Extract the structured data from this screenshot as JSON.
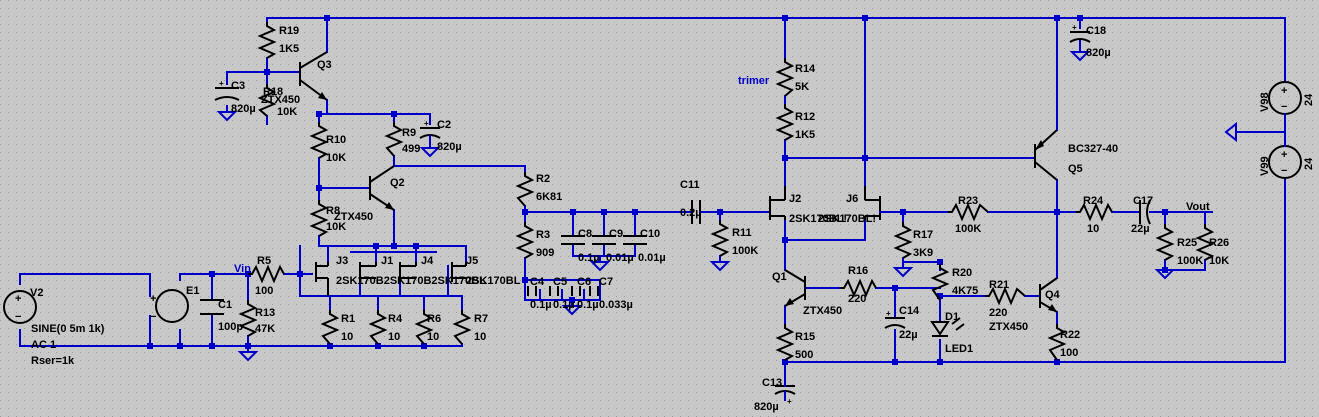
{
  "background_color": "#c8c8c8",
  "wire_color": "#0000c8",
  "component_color": "#000000",
  "labels": {
    "R19": "R19",
    "R19_val": "1K5",
    "Q3": "Q3",
    "C3": "C3",
    "C3_val": "820µ",
    "R18": "R18",
    "R18_val": "10K",
    "Q3_model": "ZTX450",
    "R10": "R10",
    "R10_val": "10K",
    "R9": "R9",
    "R9_val": "499",
    "C2": "C2",
    "C2_val": "820µ",
    "Q2": "Q2",
    "Q2_model": "ZTX450",
    "R8": "R8",
    "R8_val": "10K",
    "R2": "R2",
    "R2_val": "6K81",
    "R3": "R3",
    "R3_val": "909",
    "C8": "C8",
    "C8_val": "0.1µ",
    "C9": "C9",
    "C9_val": "0.01µ",
    "C10": "C10",
    "C10_val": "0.01µ",
    "C11": "C11",
    "C11_val": "0.2µ",
    "R11": "R11",
    "R11_val": "100K",
    "C4": "C4",
    "C4_val": "0.1µ",
    "C5": "C5",
    "C5_val": "0.1µ",
    "C6": "C6",
    "C6_val": "0.1µ",
    "C7": "C7",
    "C7_val": "0.033µ",
    "J3": "J3",
    "J1": "J1",
    "J4": "J4",
    "J5": "J5",
    "jfet_models": "2SK170BL",
    "jfet_models_overlap": "2SK170B2SK170B2SK170BL",
    "R5": "R5",
    "R5_val": "100",
    "Vin": "Vin",
    "E1": "E1",
    "C1": "C1",
    "C1_val": "100p",
    "R13": "R13",
    "R13_val": "47K",
    "R1": "R1",
    "R1_val": "10",
    "R4": "R4",
    "R4_val": "10",
    "R6": "R6",
    "R6_val": "10",
    "R7": "R7",
    "R7_val": "10",
    "V2": "V2",
    "V2_sine": "SINE(0 5m 1k)",
    "V2_ac": "AC 1",
    "V2_rser": "Rser=1k",
    "trimer": "trimer",
    "R14": "R14",
    "R14_val": "5K",
    "R12": "R12",
    "R12_val": "1K5",
    "J2": "J2",
    "J6": "J6",
    "J2J6_model": "2SK170BL!",
    "J2J6_overlap": "2SK170BL!",
    "R23": "R23",
    "R23_val": "100K",
    "R17": "R17",
    "R17_val": "3K9",
    "R20": "R20",
    "R20_val": "4K75",
    "D1": "D1",
    "D1_val": "LED1",
    "Q1": "Q1",
    "Q1_model": "ZTX450",
    "R16": "R16",
    "R16_val": "220",
    "C14": "C14",
    "C14_val": "22µ",
    "R15": "R15",
    "R15_val": "500",
    "C13": "C13",
    "C13_val": "820µ",
    "R21": "R21",
    "R21_val": "220",
    "Q4_model": "ZTX450",
    "Q4": "Q4",
    "R22": "R22",
    "R22_val": "100",
    "Q5": "Q5",
    "Q5_model": "BC327-40",
    "C18": "C18",
    "C18_val": "820µ",
    "R24": "R24",
    "R24_val": "10",
    "C17": "C17",
    "C17_val": "22µ",
    "Vout": "Vout",
    "R25": "R25",
    "R25_val": "100K",
    "R26": "R26",
    "R26_val": "10K",
    "V98": "V98",
    "V98_val": "24",
    "V99": "V99",
    "V99_val": "24"
  }
}
